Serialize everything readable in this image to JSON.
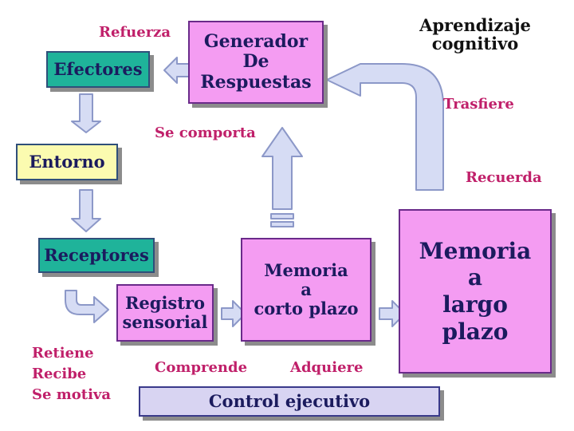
{
  "title": [
    "Aprendizaje",
    "cognitivo"
  ],
  "boxes": {
    "generador": [
      "Generador",
      "De",
      "Respuestas"
    ],
    "efectores": "Efectores",
    "entorno": "Entorno",
    "receptores": "Receptores",
    "registro": [
      "Registro",
      "sensorial"
    ],
    "memoria_corto": [
      "Memoria",
      "a",
      "corto plazo"
    ],
    "memoria_largo": [
      "Memoria",
      "a",
      "largo",
      "plazo"
    ],
    "control": "Control ejecutivo"
  },
  "labels": {
    "refuerza": "Refuerza",
    "se_comporta": "Se comporta",
    "trasfiere": "Trasfiere",
    "recuerda": "Recuerda",
    "comprende": "Comprende",
    "adquiere": "Adquiere",
    "left_stack": [
      "Retiene",
      "Recibe",
      "Se motiva"
    ]
  },
  "colors": {
    "box_pink": "#f49cf2",
    "box_teal": "#1fb39a",
    "box_yellow": "#fbfbb0",
    "box_lavender": "#d8d4f2",
    "label_magenta": "#c0206a",
    "arrow_fill": "#d6dcf4",
    "arrow_stroke": "#8c98c8"
  }
}
